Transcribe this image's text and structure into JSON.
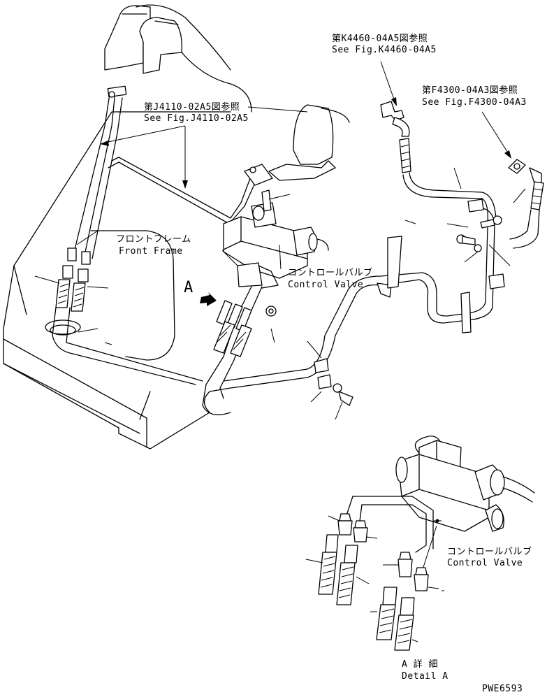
{
  "labels": {
    "ref_k4460_jp": "第K4460-04A5図参照",
    "ref_k4460_en": "See Fig.K4460-04A5",
    "ref_f4300_jp": "第F4300-04A3図参照",
    "ref_f4300_en": "See Fig.F4300-04A3",
    "ref_j4110_jp": "第J4110-02A5図参照",
    "ref_j4110_en": "See Fig.J4110-02A5",
    "front_frame_jp": "フロントフレーム",
    "front_frame_en": "Front Frame",
    "control_valve_jp": "コントロールバルブ",
    "control_valve_en": "Control Valve",
    "control_valve2_jp": "コントロールバルブ",
    "control_valve2_en": "Control Valve",
    "view_marker": "A",
    "detail_jp": "A 詳 細",
    "detail_en": "Detail A",
    "drawing_number": "PWE6593"
  }
}
